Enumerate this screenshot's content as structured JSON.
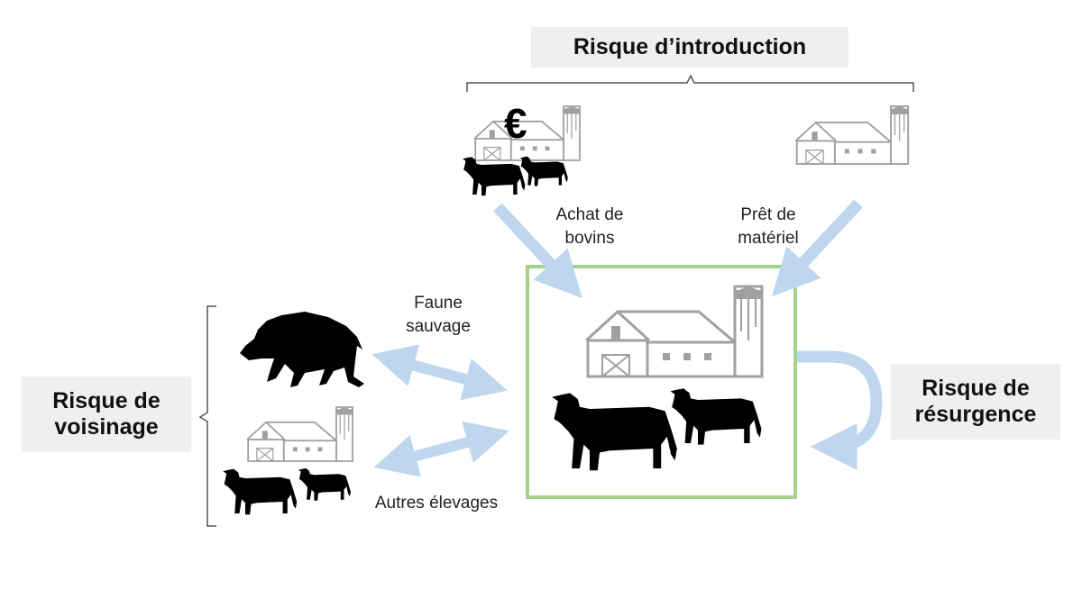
{
  "labels": {
    "introduction": "Risque d’introduction",
    "voisinage_line1": "Risque de",
    "voisinage_line2": "voisinage",
    "resurgence_line1": "Risque de",
    "resurgence_line2": "résurgence"
  },
  "captions": {
    "achat_line1": "Achat de",
    "achat_line2": "bovins",
    "pret_line1": "Prêt de",
    "pret_line2": "matériel",
    "faune_line1": "Faune",
    "faune_line2": "sauvage",
    "autres": "Autres élevages"
  },
  "symbols": {
    "currency": "€"
  },
  "colors": {
    "arrow": "#bed7ee",
    "central_box": "#a8d08d",
    "farm_outline": "#a0a0a0",
    "label_bg": "#efefef",
    "animal": "#000000"
  },
  "icons": [
    "farm-icon",
    "cow-icon",
    "boar-icon",
    "euro-icon",
    "arrow-icon",
    "brace-icon"
  ]
}
